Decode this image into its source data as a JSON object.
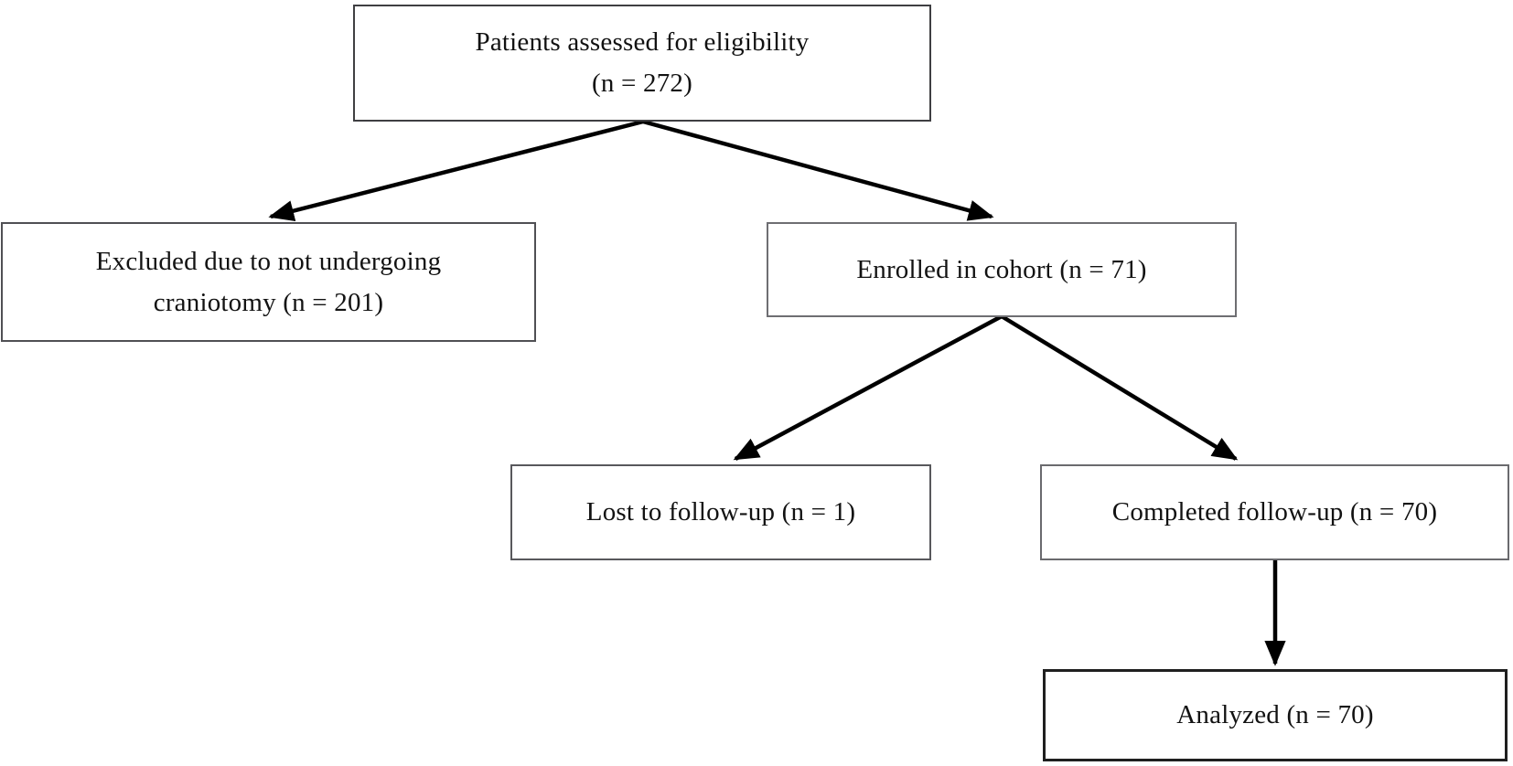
{
  "flowchart": {
    "kind": "patient-flow-diagram",
    "nodes": [
      {
        "id": "eligibility",
        "lines": [
          "Patients assessed for eligibility",
          "(n = 272)"
        ],
        "n": 272
      },
      {
        "id": "excluded",
        "lines": [
          "Excluded due to not undergoing",
          "craniotomy (n = 201)"
        ],
        "n": 201
      },
      {
        "id": "enrolled",
        "lines": [
          "Enrolled in cohort (n = 71)"
        ],
        "n": 71
      },
      {
        "id": "lost",
        "lines": [
          "Lost to follow-up (n = 1)"
        ],
        "n": 1
      },
      {
        "id": "completed",
        "lines": [
          "Completed follow-up (n = 70)"
        ],
        "n": 70
      },
      {
        "id": "analyzed",
        "lines": [
          "Analyzed (n = 70)"
        ],
        "n": 70
      }
    ],
    "edges": [
      {
        "from": "eligibility",
        "to": "excluded"
      },
      {
        "from": "eligibility",
        "to": "enrolled"
      },
      {
        "from": "enrolled",
        "to": "lost"
      },
      {
        "from": "enrolled",
        "to": "completed"
      },
      {
        "from": "completed",
        "to": "analyzed"
      }
    ],
    "colors": {
      "arrow": "#000000",
      "text": "#121212",
      "box_border": "#55565a",
      "background": "#ffffff"
    }
  }
}
